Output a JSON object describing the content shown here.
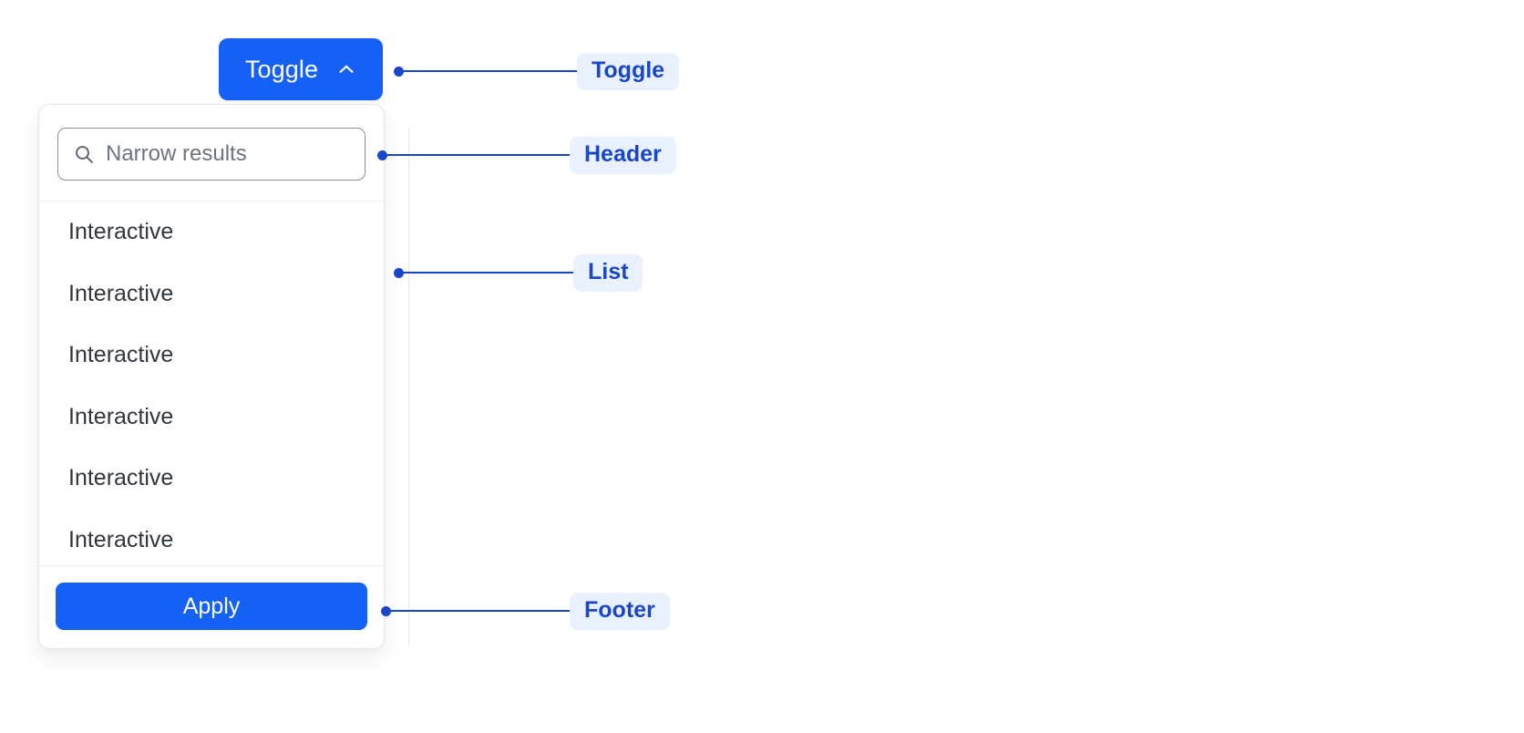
{
  "toggle": {
    "label": "Toggle",
    "icon": "chevron-up-icon",
    "expanded": true,
    "background_color": "#1560F5",
    "text_color": "#FFFFFF"
  },
  "dropdown": {
    "header": {
      "search": {
        "icon": "search-icon",
        "placeholder": "Narrow results",
        "value": ""
      }
    },
    "list": {
      "items": [
        {
          "label": "Interactive"
        },
        {
          "label": "Interactive"
        },
        {
          "label": "Interactive"
        },
        {
          "label": "Interactive"
        },
        {
          "label": "Interactive"
        },
        {
          "label": "Interactive"
        }
      ]
    },
    "footer": {
      "apply_label": "Apply",
      "apply_background_color": "#1560F5",
      "apply_text_color": "#FFFFFF"
    },
    "panel_background_color": "#FFFFFF",
    "panel_border_color": "#E4E6EA"
  },
  "annotations": {
    "accent_color": "#1A47C8",
    "pill_background_color": "#EAF1FE",
    "items": [
      {
        "label": "Toggle"
      },
      {
        "label": "Header"
      },
      {
        "label": "List"
      },
      {
        "label": "Footer"
      }
    ]
  }
}
